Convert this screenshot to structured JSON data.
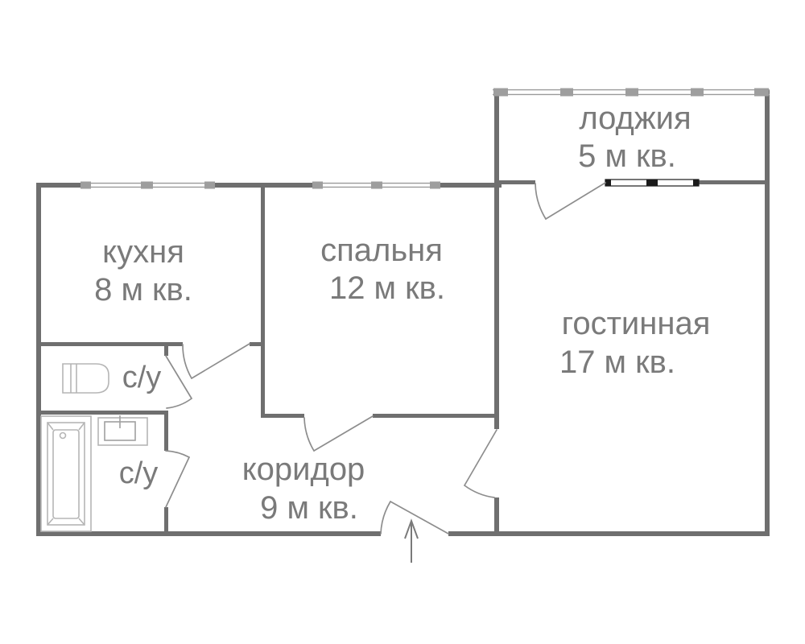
{
  "plan_title": "floor-plan-apartment",
  "rooms": [
    {
      "id": "loggia",
      "name": "лоджия",
      "area": "5 м кв."
    },
    {
      "id": "kitchen",
      "name": "кухня",
      "area": "8 м кв."
    },
    {
      "id": "bedroom",
      "name": "спальня",
      "area": "12 м кв."
    },
    {
      "id": "living",
      "name": "гостинная",
      "area": "17 м кв."
    },
    {
      "id": "wc-top",
      "name": "с/у"
    },
    {
      "id": "wc-bottom",
      "name": "с/у"
    },
    {
      "id": "corridor",
      "name": "коридор",
      "area": "9 м кв."
    }
  ],
  "fixtures": [
    {
      "icon": "toilet-icon"
    },
    {
      "icon": "sink-icon"
    },
    {
      "icon": "bathtub-icon"
    },
    {
      "icon": "entrance-arrow-icon"
    }
  ],
  "colors": {
    "wall": "#6f6f6f",
    "door": "#8d8d8d",
    "fixture": "#b5b5b5",
    "window_block": "#9e9e9e",
    "window_line": "#9a9a9a",
    "window_dark": "#1a1a1a",
    "text": "#7a7a7a",
    "background": "#ffffff"
  }
}
